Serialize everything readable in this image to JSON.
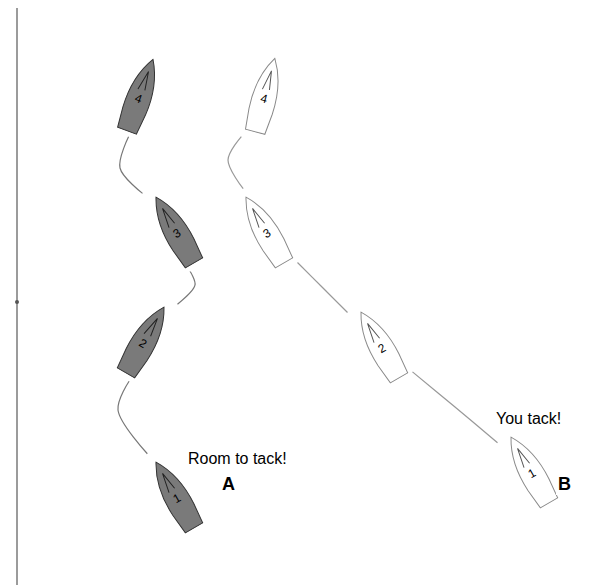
{
  "diagram": {
    "nodes": [
      {
        "text": [
          "1"
        ]
      },
      {
        "text": [
          "2"
        ]
      },
      {
        "text": [
          "3"
        ]
      },
      {
        "text": [
          "4"
        ]
      },
      {
        "text": [
          "1"
        ]
      },
      {
        "text": [
          "2"
        ]
      },
      {
        "text": [
          "3"
        ]
      },
      {
        "text": [
          "4"
        ]
      }
    ],
    "edges": [
      {
        "from": 0,
        "to": 1,
        "arrow": "none"
      },
      {
        "from": 1,
        "to": 2,
        "arrow": "none"
      },
      {
        "from": 2,
        "to": 3,
        "arrow": "none"
      },
      {
        "from": 4,
        "to": 5,
        "arrow": "none"
      },
      {
        "from": 5,
        "to": 6,
        "arrow": "none"
      },
      {
        "from": 6,
        "to": 7,
        "arrow": "none"
      }
    ],
    "labels": [
      "Room to tack!",
      "A",
      "You tack!",
      "B"
    ]
  }
}
